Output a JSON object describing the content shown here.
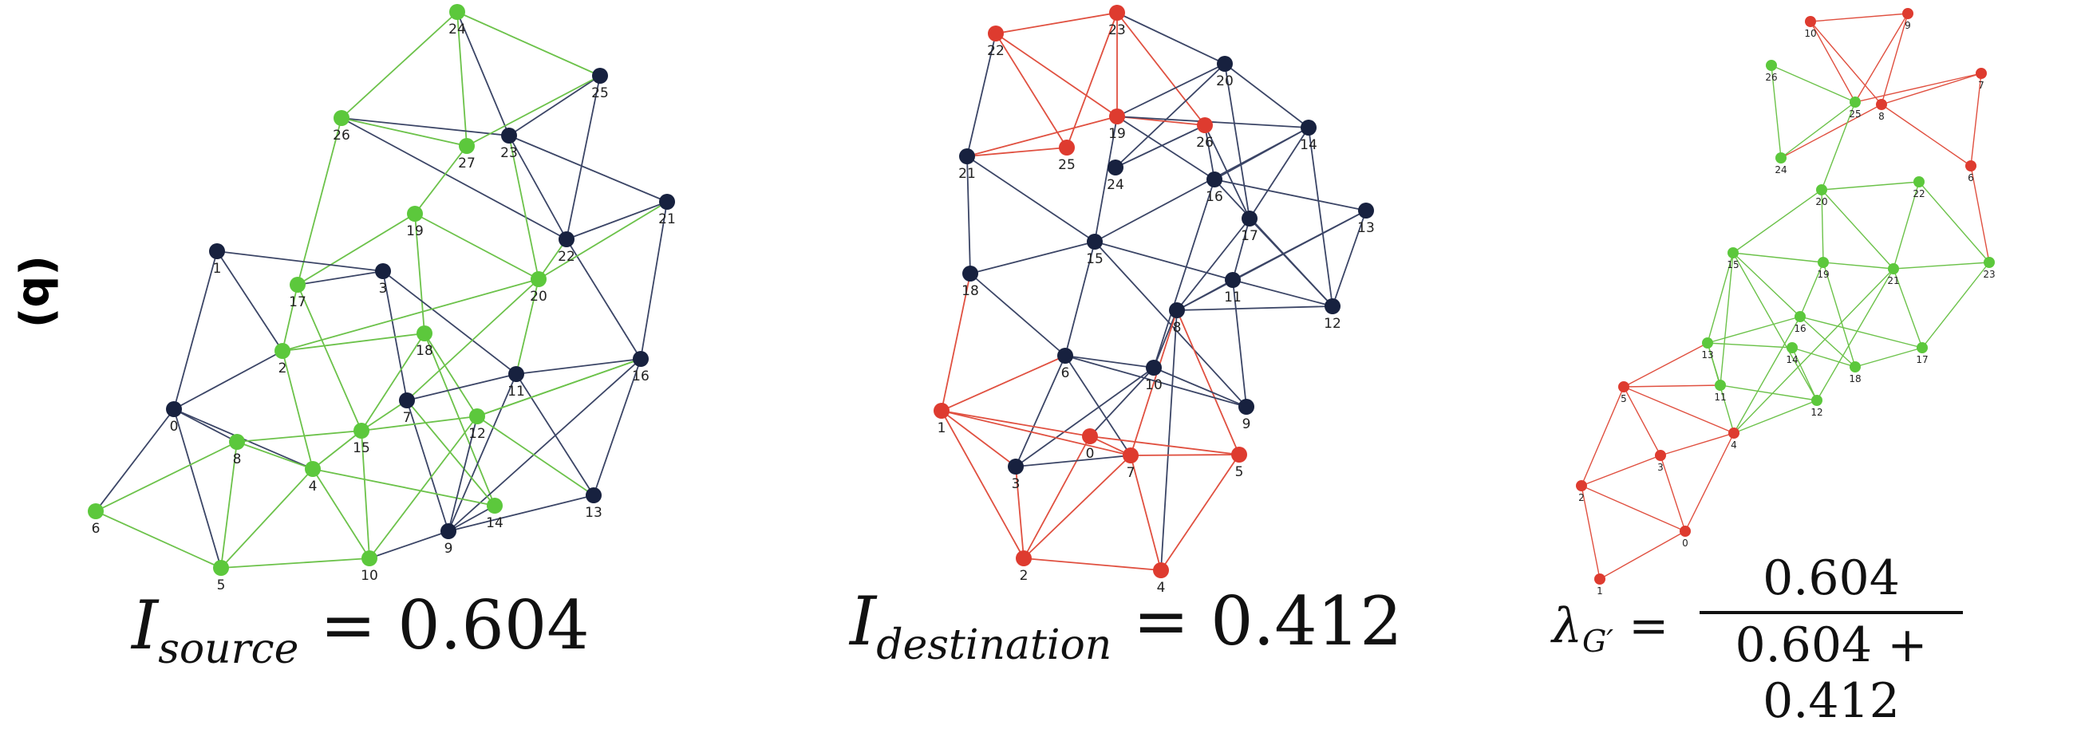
{
  "panel_label": "(b)",
  "colors": {
    "green": "#5cc83c",
    "navy": "#17213f",
    "red": "#de3b2f",
    "green_edge": "#6cc24a",
    "navy_edge": "#3b4566",
    "red_edge": "#e05040"
  },
  "formulas": {
    "source": {
      "symbol": "I",
      "subscript": "source",
      "equals": "= 0.604"
    },
    "destination": {
      "symbol": "I",
      "subscript": "destination",
      "equals": "= 0.412"
    },
    "lambda": {
      "symbol": "λ",
      "subscript": "G′",
      "equals": "=",
      "numerator": "0.604",
      "denominator": "0.604 + 0.412"
    }
  },
  "graphs": [
    {
      "name": "source-graph",
      "nodes": [
        {
          "id": "24",
          "c": "green"
        },
        {
          "id": "25",
          "c": "navy"
        },
        {
          "id": "26",
          "c": "green"
        },
        {
          "id": "27",
          "c": "green"
        },
        {
          "id": "23",
          "c": "navy"
        },
        {
          "id": "21",
          "c": "navy"
        },
        {
          "id": "19",
          "c": "green"
        },
        {
          "id": "22",
          "c": "navy"
        },
        {
          "id": "1",
          "c": "navy"
        },
        {
          "id": "3",
          "c": "navy"
        },
        {
          "id": "17",
          "c": "green"
        },
        {
          "id": "20",
          "c": "green"
        },
        {
          "id": "18",
          "c": "green"
        },
        {
          "id": "2",
          "c": "green"
        },
        {
          "id": "16",
          "c": "navy"
        },
        {
          "id": "11",
          "c": "navy"
        },
        {
          "id": "7",
          "c": "navy"
        },
        {
          "id": "0",
          "c": "navy"
        },
        {
          "id": "12",
          "c": "green"
        },
        {
          "id": "8",
          "c": "green"
        },
        {
          "id": "15",
          "c": "green"
        },
        {
          "id": "4",
          "c": "green"
        },
        {
          "id": "13",
          "c": "navy"
        },
        {
          "id": "14",
          "c": "green"
        },
        {
          "id": "6",
          "c": "green"
        },
        {
          "id": "9",
          "c": "navy"
        },
        {
          "id": "5",
          "c": "green"
        },
        {
          "id": "10",
          "c": "green"
        }
      ]
    },
    {
      "name": "destination-graph",
      "nodes": [
        {
          "id": "23",
          "c": "red"
        },
        {
          "id": "22",
          "c": "red"
        },
        {
          "id": "20",
          "c": "navy"
        },
        {
          "id": "19",
          "c": "red"
        },
        {
          "id": "26",
          "c": "red"
        },
        {
          "id": "25",
          "c": "red"
        },
        {
          "id": "21",
          "c": "navy"
        },
        {
          "id": "14",
          "c": "navy"
        },
        {
          "id": "24",
          "c": "navy"
        },
        {
          "id": "16",
          "c": "navy"
        },
        {
          "id": "13",
          "c": "navy"
        },
        {
          "id": "17",
          "c": "navy"
        },
        {
          "id": "15",
          "c": "navy"
        },
        {
          "id": "18",
          "c": "navy"
        },
        {
          "id": "11",
          "c": "navy"
        },
        {
          "id": "12",
          "c": "navy"
        },
        {
          "id": "8",
          "c": "navy"
        },
        {
          "id": "6",
          "c": "navy"
        },
        {
          "id": "10",
          "c": "navy"
        },
        {
          "id": "9",
          "c": "navy"
        },
        {
          "id": "1",
          "c": "red"
        },
        {
          "id": "0",
          "c": "red"
        },
        {
          "id": "7",
          "c": "red"
        },
        {
          "id": "5",
          "c": "red"
        },
        {
          "id": "3",
          "c": "navy"
        },
        {
          "id": "2",
          "c": "red"
        },
        {
          "id": "4",
          "c": "red"
        }
      ]
    },
    {
      "name": "merged-graph",
      "nodes": [
        {
          "id": "10",
          "c": "red"
        },
        {
          "id": "9",
          "c": "red"
        },
        {
          "id": "26",
          "c": "green"
        },
        {
          "id": "7",
          "c": "red"
        },
        {
          "id": "25",
          "c": "green"
        },
        {
          "id": "8",
          "c": "red"
        },
        {
          "id": "24",
          "c": "green"
        },
        {
          "id": "6",
          "c": "red"
        },
        {
          "id": "20",
          "c": "green"
        },
        {
          "id": "22",
          "c": "green"
        },
        {
          "id": "15",
          "c": "green"
        },
        {
          "id": "19",
          "c": "green"
        },
        {
          "id": "21",
          "c": "green"
        },
        {
          "id": "23",
          "c": "green"
        },
        {
          "id": "16",
          "c": "green"
        },
        {
          "id": "13",
          "c": "green"
        },
        {
          "id": "14",
          "c": "green"
        },
        {
          "id": "18",
          "c": "green"
        },
        {
          "id": "17",
          "c": "green"
        },
        {
          "id": "5",
          "c": "red"
        },
        {
          "id": "11",
          "c": "green"
        },
        {
          "id": "12",
          "c": "green"
        },
        {
          "id": "4",
          "c": "red"
        },
        {
          "id": "3",
          "c": "red"
        },
        {
          "id": "2",
          "c": "red"
        },
        {
          "id": "0",
          "c": "red"
        },
        {
          "id": "1",
          "c": "red"
        }
      ]
    }
  ]
}
